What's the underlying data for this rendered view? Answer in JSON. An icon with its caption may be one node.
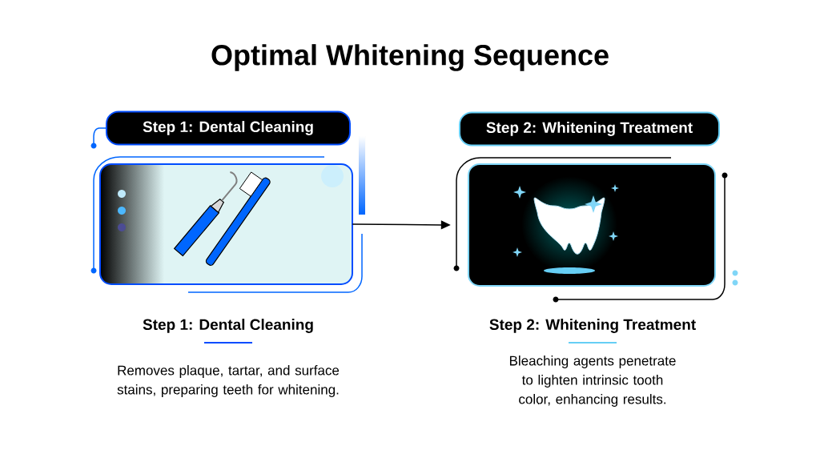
{
  "diagram": {
    "title": "Optimal Whitening Sequence",
    "nodes": [
      {
        "text": [
          "Step 1: Dental Cleaning"
        ]
      },
      {
        "text": [
          "Step 2: Whitening Treatment"
        ]
      },
      {
        "text": [],
        "shape": "picture"
      },
      {
        "text": [],
        "shape": "picture"
      }
    ],
    "edges": [
      {
        "from": 2,
        "to": 3,
        "arrow": "to"
      }
    ],
    "labels": [
      "Step 1: Dental Cleaning",
      "Removes plaque, tartar, and surface stains, preparing teeth for whitening.",
      "Step 2: Whitening Treatment",
      "Bleaching agents penetrate to lighten intrinsic tooth color, enhancing results."
    ]
  }
}
